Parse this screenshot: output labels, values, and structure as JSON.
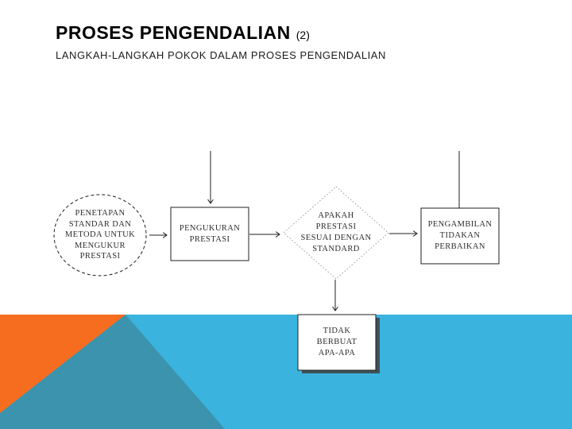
{
  "header": {
    "title": "PROSES PENGENDALIAN",
    "title_suffix": "(2)",
    "subtitle": "LANGKAH-LANGKAH POKOK DALAM PROSES PENGENDALIAN"
  },
  "flowchart": {
    "nodes": [
      {
        "id": "penetapan-standar",
        "shape": "ellipse-dashed",
        "lines": [
          "PENETAPAN",
          "STANDAR DAN",
          "METODA UNTUK",
          "MENGUKUR",
          "PRESTASI"
        ]
      },
      {
        "id": "pengukuran-prestasi",
        "shape": "rect",
        "lines": [
          "PENGUKURAN",
          "PRESTASI"
        ]
      },
      {
        "id": "apakah-prestasi-sesuai",
        "shape": "diamond-dotted",
        "lines": [
          "APAKAH",
          "PRESTASI",
          "SESUAI DENGAN",
          "STANDARD"
        ]
      },
      {
        "id": "pengambilan-tindakan",
        "shape": "rect",
        "lines": [
          "PENGAMBILAN",
          "TIDAKAN",
          "PERBAIKAN"
        ]
      },
      {
        "id": "tidak-berbuat-apa-apa",
        "shape": "rect",
        "lines": [
          "TIDAK",
          "BERBUAT",
          "APA-APA"
        ]
      }
    ]
  },
  "colors": {
    "accent-orange": "#F76D20",
    "accent-teal": "#3B93AD",
    "accent-blue": "#3BB3DF",
    "ink": "#1f1f1f",
    "diamond-dot": "#999999",
    "title": "#000000",
    "body-text": "#2e2e2e"
  }
}
